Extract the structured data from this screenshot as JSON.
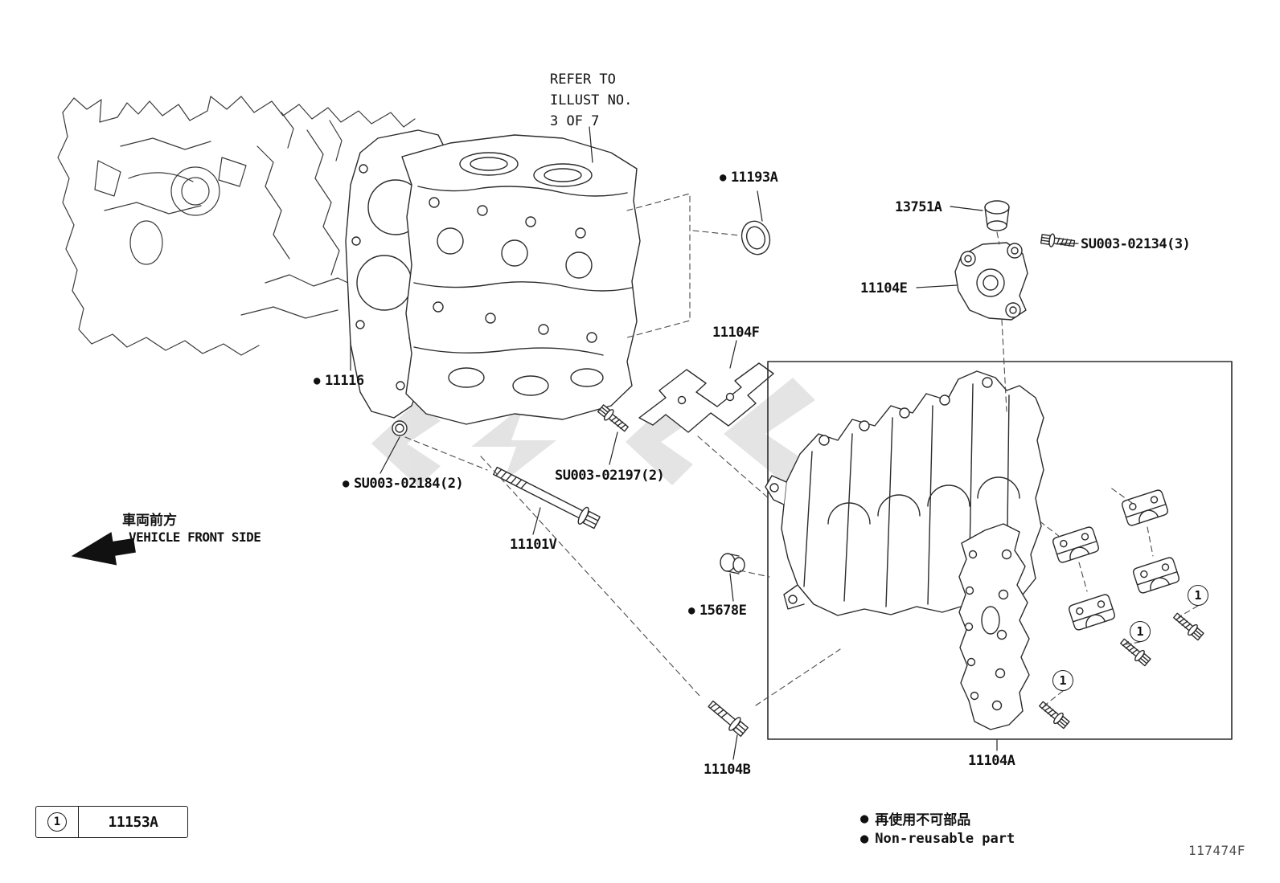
{
  "figure": {
    "code": "117474F",
    "bullet": "●",
    "callout_symbol": "1",
    "refer_note_lines": [
      "REFER TO",
      "ILLUST NO.",
      "3 OF 7"
    ],
    "front_label_ja": "車両前方",
    "front_label_en": "VEHICLE FRONT SIDE",
    "legend": {
      "callout": "1",
      "part_number": "11153A"
    },
    "footnotes": [
      {
        "text": "再使用不可部品",
        "lang": "ja"
      },
      {
        "text": "Non-reusable part",
        "lang": "en"
      }
    ],
    "parts": [
      {
        "label": "11193A",
        "non_reusable": true
      },
      {
        "label": "13751A",
        "non_reusable": false
      },
      {
        "label": "SU003-02134(3)",
        "non_reusable": false
      },
      {
        "label": "11104E",
        "non_reusable": false
      },
      {
        "label": "11104F",
        "non_reusable": false
      },
      {
        "label": "11116",
        "non_reusable": true
      },
      {
        "label": "SU003-02184(2)",
        "non_reusable": true
      },
      {
        "label": "SU003-02197(2)",
        "non_reusable": false
      },
      {
        "label": "11101V",
        "non_reusable": false
      },
      {
        "label": "15678E",
        "non_reusable": true
      },
      {
        "label": "11104B",
        "non_reusable": false
      },
      {
        "label": "11104A",
        "non_reusable": false
      }
    ]
  }
}
